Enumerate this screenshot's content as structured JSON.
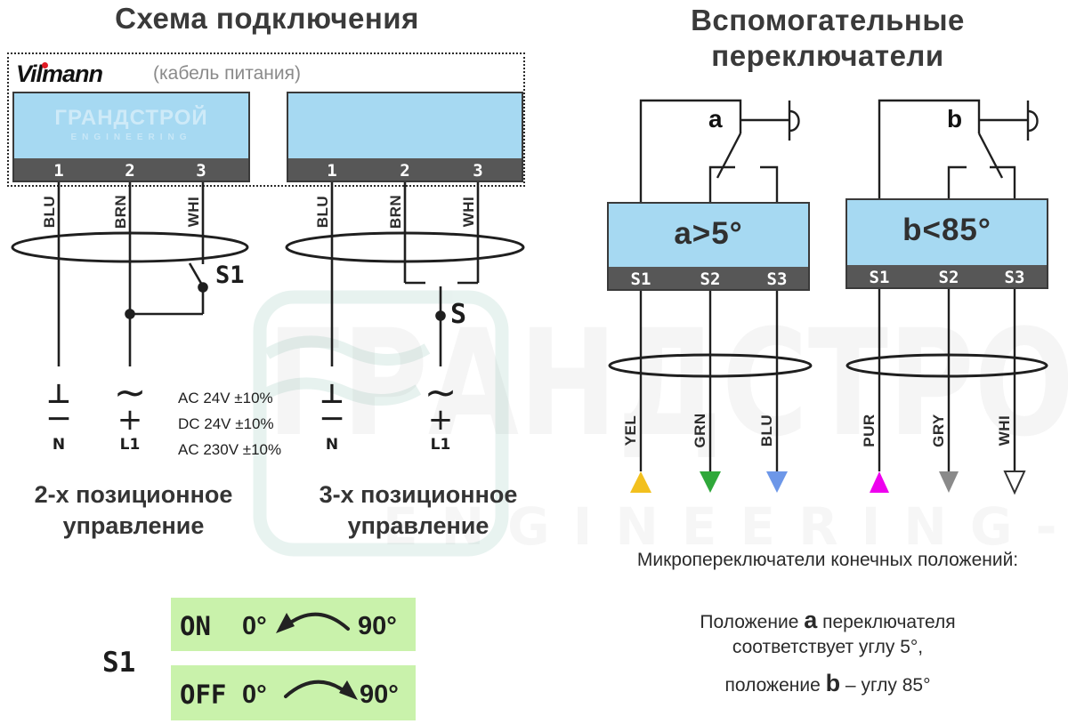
{
  "left": {
    "title": "Схема подключения",
    "brand": "Vilmann",
    "cable_label": "(кабель питания)",
    "terminals": [
      "1",
      "2",
      "3"
    ],
    "wire_labels": [
      "BLU",
      "BRN",
      "WHI"
    ],
    "symbols": {
      "ground": "⊥",
      "minus": "−",
      "ac": "~",
      "plus": "+",
      "n": "N",
      "l1": "L1"
    },
    "specs": [
      "AC 24V ±10%",
      "DC 24V ±10%",
      "AC 230V ±10%"
    ],
    "diagram1": {
      "switch": "S1",
      "caption": [
        "2-х позиционное",
        "управление"
      ]
    },
    "diagram2": {
      "switch": "S",
      "caption": [
        "3-х позиционное",
        "управление"
      ]
    }
  },
  "right": {
    "title": [
      "Вспомогательные",
      "переключатели"
    ],
    "terminals": [
      "S1",
      "S2",
      "S3"
    ],
    "switch_a": {
      "label": "a",
      "box": "a>5°",
      "wires": [
        "YEL",
        "GRN",
        "BLU"
      ]
    },
    "switch_b": {
      "label": "b",
      "box": "b<85°",
      "wires": [
        "PUR",
        "GRY",
        "WHI"
      ]
    },
    "micro_title": "Микропереключатели конечных положений:",
    "pos": {
      "l1a": "Положение ",
      "l1b": "a",
      "l1c": " переключателя",
      "l2": "соответствует углу 5°,",
      "l3a": "положение ",
      "l3b": "b",
      "l3c": " – углу 85°"
    }
  },
  "s1_table": {
    "label": "S1",
    "on": "ON",
    "off": "OFF",
    "deg0": "0°",
    "deg90": "90°"
  },
  "colors": {
    "panel_blue": "#a6d9f2",
    "strip_gray": "#575757",
    "row_green": "#c9f2ab",
    "yel": "#f2c01e",
    "grn": "#2fa83a",
    "blu": "#6d97e8",
    "pur": "#ee00ee",
    "gry": "#8a8a8a",
    "whi": "#ffffff",
    "brand_red": "#e01b24"
  },
  "watermark": {
    "big": "ГРАНДСТРОЙ",
    "eng": "ENGINEERING-",
    "box1": "ГРАНДСТРОЙ",
    "box2": "ENGINEERING"
  }
}
